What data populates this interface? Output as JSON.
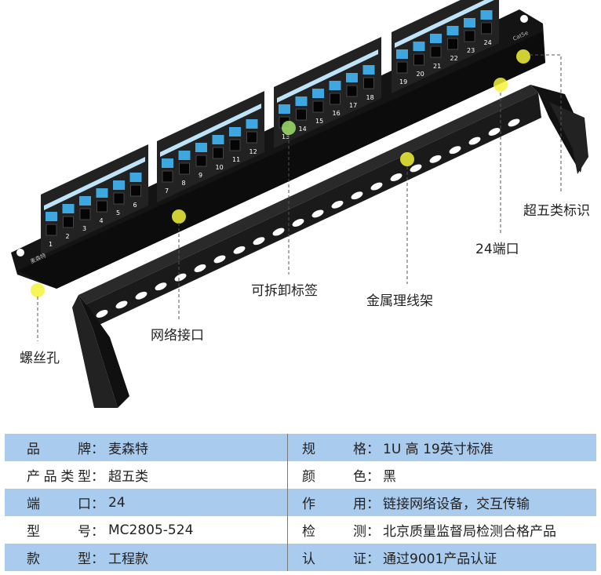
{
  "product": {
    "panel_mark_left": "麦森特",
    "panel_mark_right": "Cat5e",
    "port_numbers": [
      "1",
      "2",
      "3",
      "4",
      "5",
      "6",
      "7",
      "8",
      "9",
      "10",
      "11",
      "12",
      "13",
      "14",
      "15",
      "16",
      "17",
      "18",
      "19",
      "20",
      "21",
      "22",
      "23",
      "24"
    ]
  },
  "callouts": {
    "cat5e_label": "超五类标识",
    "ports_24": "24端口",
    "removable_label": "可拆卸标签",
    "cable_manager": "金属理线架",
    "network_jack": "网络接口",
    "screw_hole": "螺丝孔"
  },
  "specs": {
    "rows": [
      {
        "l_label": "品牌",
        "l_value": "麦森特",
        "r_label": "规格",
        "r_value": "1U 高  19英寸标准"
      },
      {
        "l_label": "产品类型",
        "l_value": "超五类",
        "r_label": "颜色",
        "r_value": "黑"
      },
      {
        "l_label": "端口",
        "l_value": "24",
        "r_label": "作用",
        "r_value": "链接网络设备，交互传输"
      },
      {
        "l_label": "型号",
        "l_value": "MC2805-524",
        "r_label": "检测",
        "r_value": "北京质量监督局检测合格产品"
      },
      {
        "l_label": "款型",
        "l_value": " 工程款",
        "r_label": "认证",
        "r_value": "通过9001产品认证"
      }
    ],
    "colon": "："
  },
  "colors": {
    "panel": "#1c1c1c",
    "port_blue": "#3fa7e0",
    "label_strip": "#bfe3f7",
    "highlight": "#f4f33a",
    "row_blue": "#a9cbee"
  }
}
